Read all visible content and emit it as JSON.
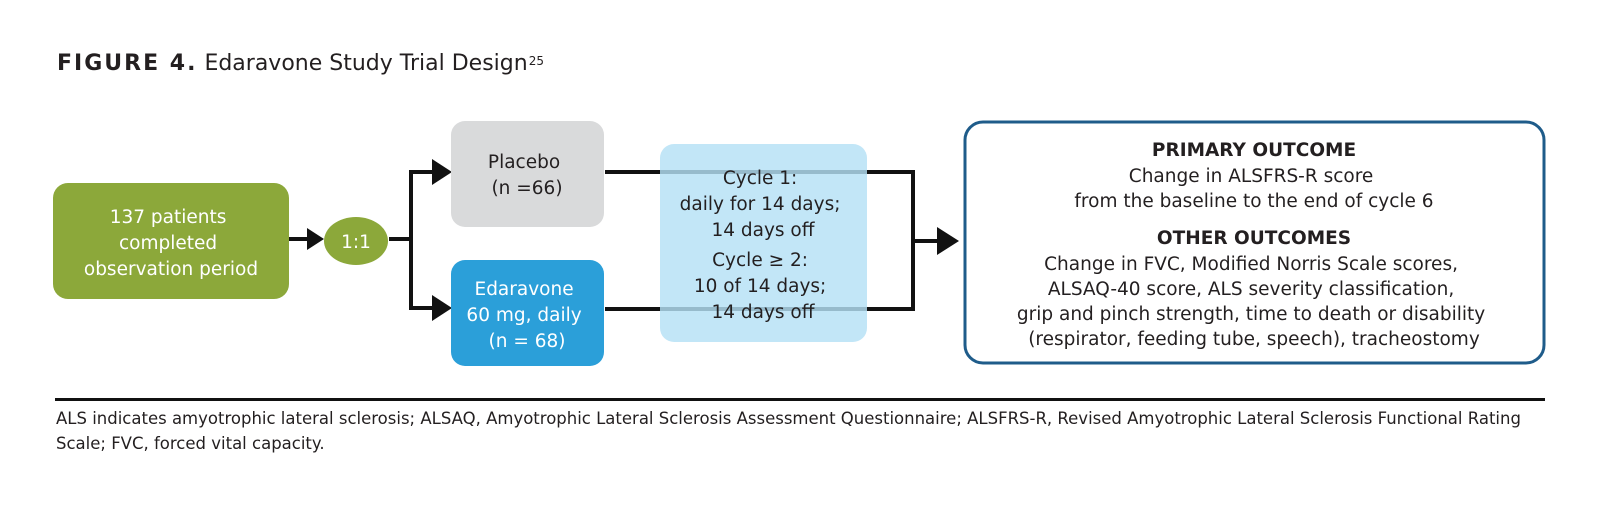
{
  "figure": {
    "label": "FIGURE 4.",
    "title": "Edaravone Study Trial Design",
    "reference": "25"
  },
  "diagram": {
    "patients": {
      "lines": [
        "137 patients",
        "completed",
        "observation period"
      ],
      "color": "#8ca83a"
    },
    "ratio": {
      "label": "1:1",
      "color": "#8ca83a"
    },
    "placebo": {
      "lines": [
        "Placebo",
        "(n =66)"
      ],
      "color": "#d9dadb"
    },
    "edaravone": {
      "lines": [
        "Edaravone",
        "60 mg, daily",
        "(n = 68)"
      ],
      "color": "#2b9fd9"
    },
    "cycles": {
      "cycle1_lines": [
        "Cycle 1:",
        "daily for 14 days;",
        "14 days off"
      ],
      "cycle2_lines": [
        "Cycle ≥ 2:",
        "10 of 14 days;",
        "14 days off"
      ],
      "color": "#b5e1f5"
    },
    "outcomes": {
      "primary_heading": "PRIMARY OUTCOME",
      "primary_lines": [
        "Change in ALSFRS-R score",
        "from the baseline to the end of cycle 6"
      ],
      "other_heading": "OTHER OUTCOMES",
      "other_lines": [
        "Change in FVC, Modified Norris Scale scores,",
        "ALSAQ-40 score, ALS severity classification,",
        "grip and pinch strength, time to death or disability",
        "(respirator, feeding tube, speech), tracheostomy"
      ],
      "border_color": "#1f5c8a"
    }
  },
  "footnote": "ALS indicates amyotrophic lateral sclerosis; ALSAQ, Amyotrophic Lateral Sclerosis Assessment Questionnaire; ALSFRS-R, Revised Amyotrophic Lateral Sclerosis Functional Rating Scale; FVC, forced vital capacity."
}
